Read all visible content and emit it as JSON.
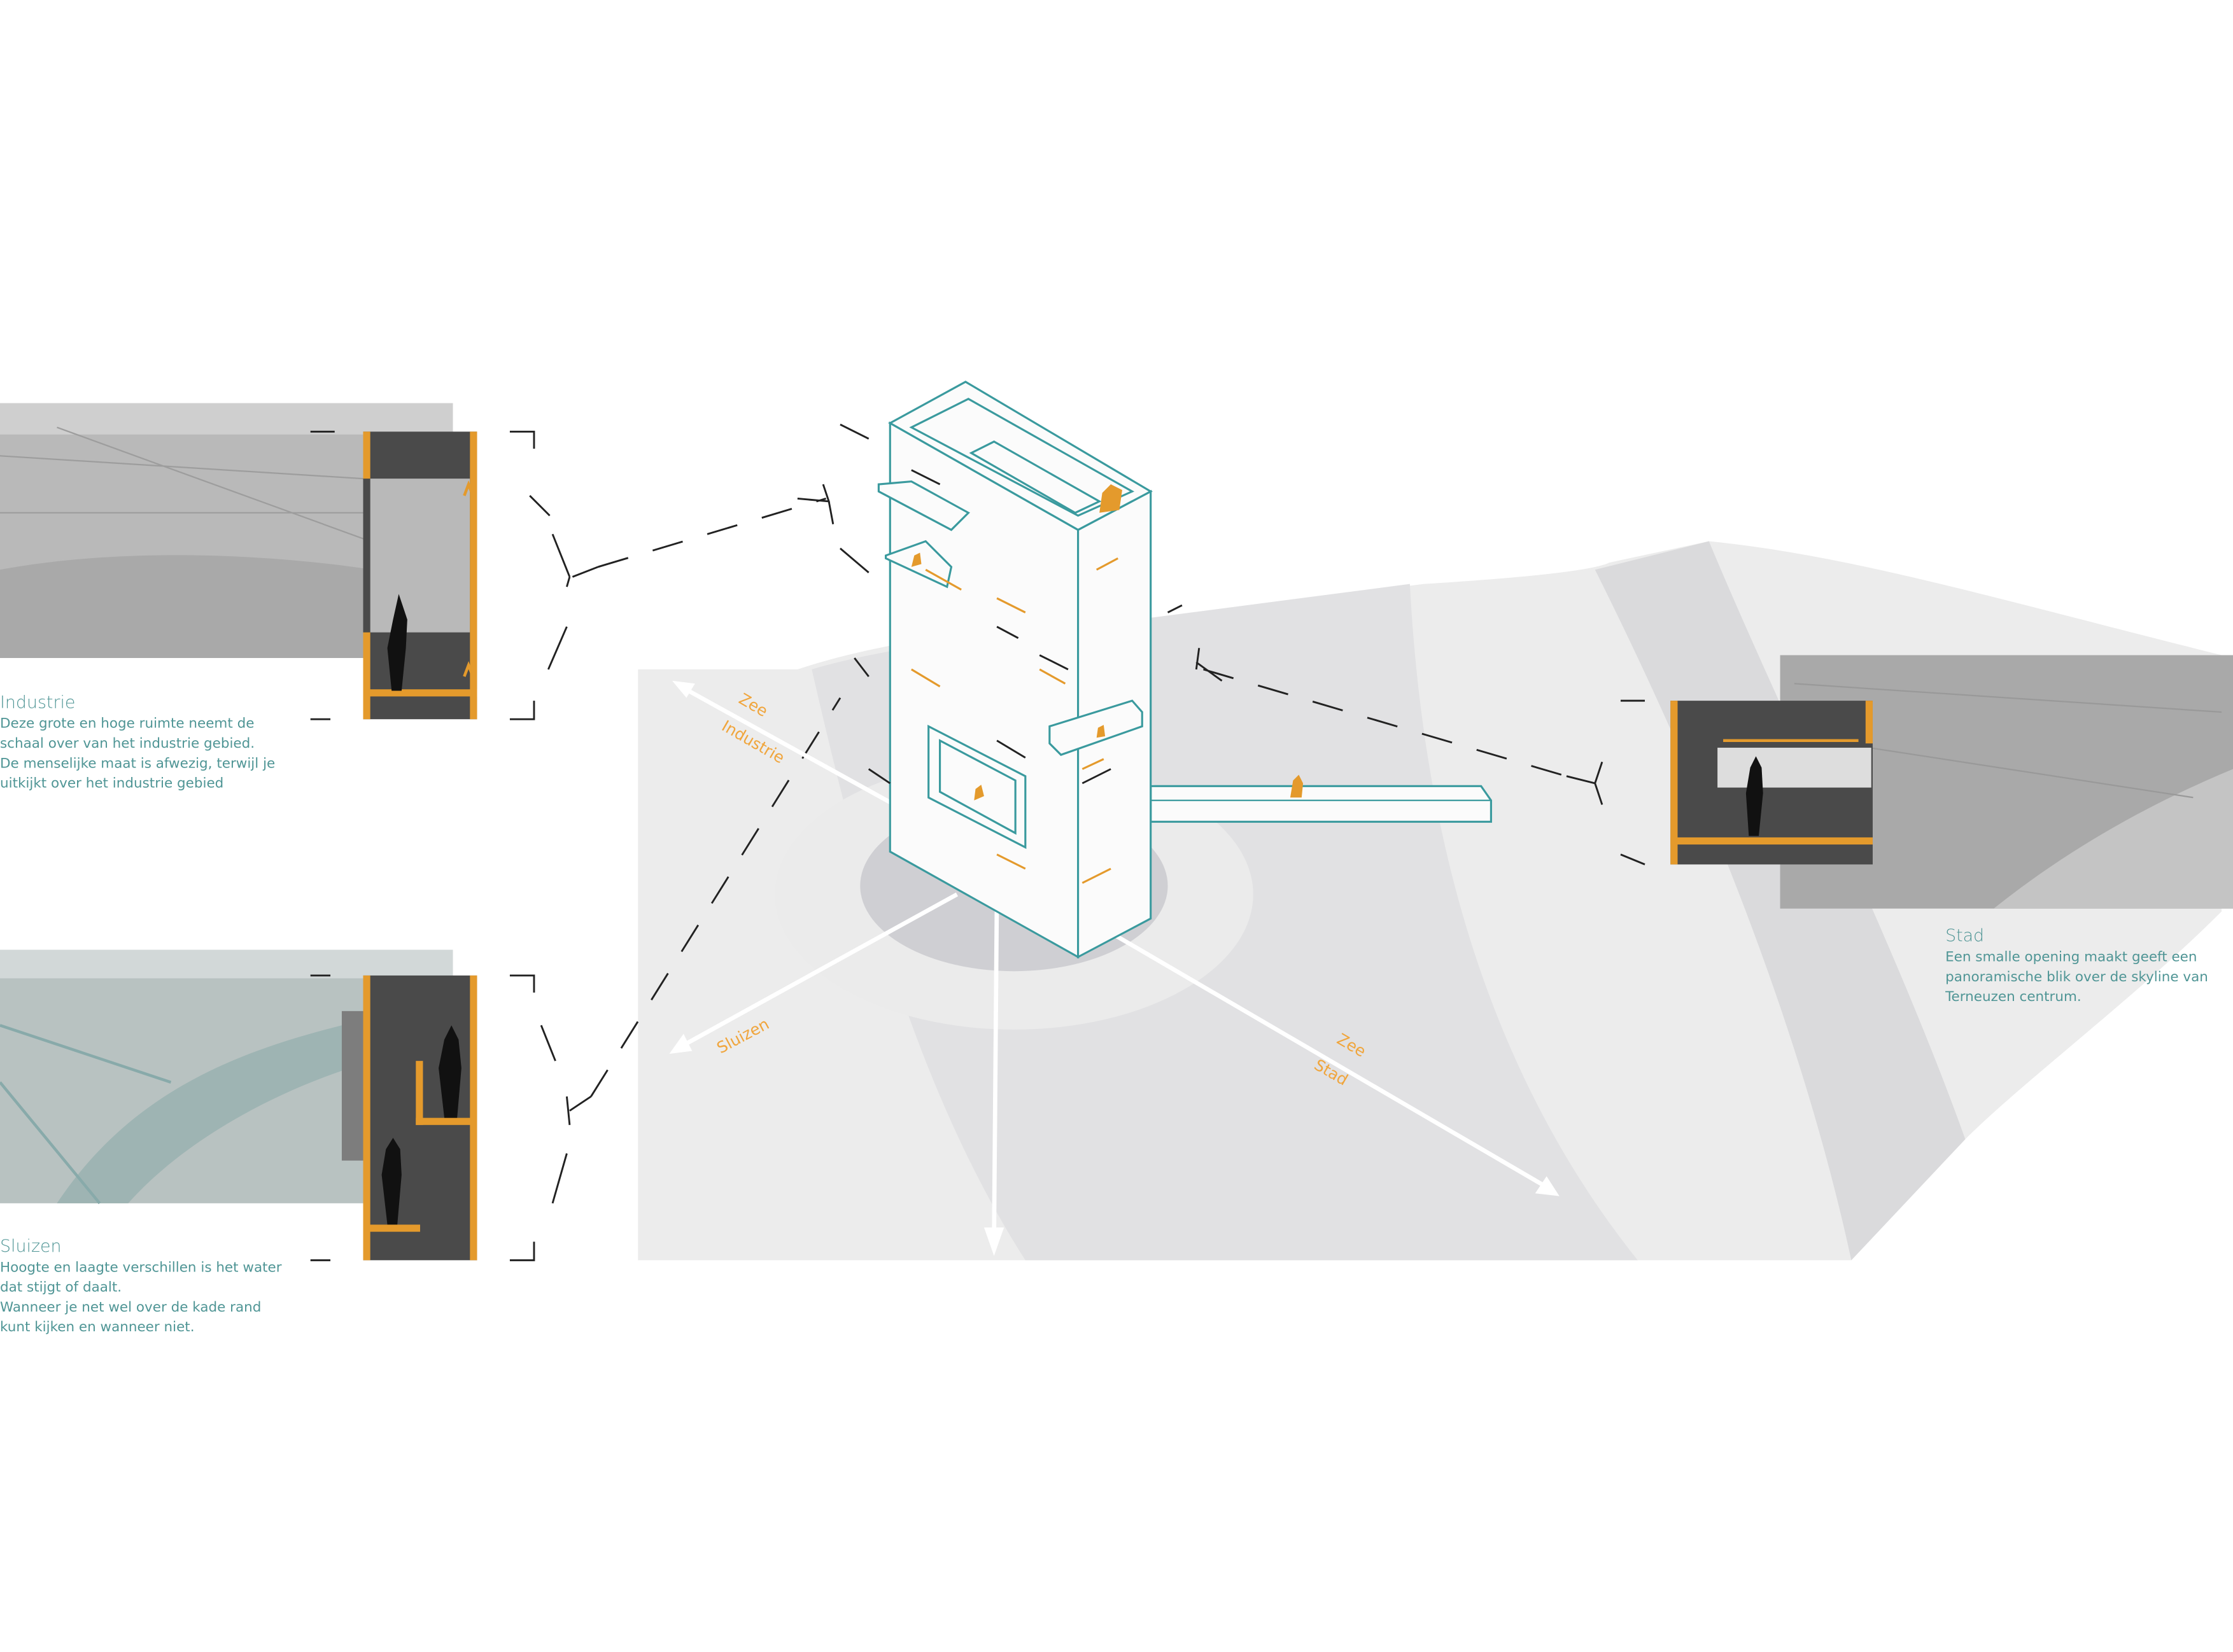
{
  "views": {
    "industrie": {
      "title": "Industrie",
      "lines": [
        "Deze grote en hoge ruimte neemt de",
        "schaal over van het industrie gebied.",
        "De menselijke maat is afwezig, terwijl je",
        "uitkijkt over het industrie gebied"
      ]
    },
    "sluizen": {
      "title": "Sluizen",
      "lines": [
        "Hoogte en laagte verschillen is  het water",
        "dat stijgt of daalt.",
        "Wanneer je net wel over de kade rand",
        "kunt kijken en wanneer niet."
      ]
    },
    "stad": {
      "title": "Stad",
      "lines": [
        "Een smalle opening maakt geeft een",
        "panoramische blik over de skyline van",
        "Terneuzen centrum."
      ]
    }
  },
  "direction_labels": {
    "zee_1": "Zee",
    "industrie": "Industrie",
    "sluizen": "Sluizen",
    "zee_2": "Zee",
    "stad": "Stad"
  },
  "colors": {
    "accent_teal": "#4f9595",
    "accent_orange": "#f0a53c",
    "tower_line": "#3a9a9e"
  }
}
